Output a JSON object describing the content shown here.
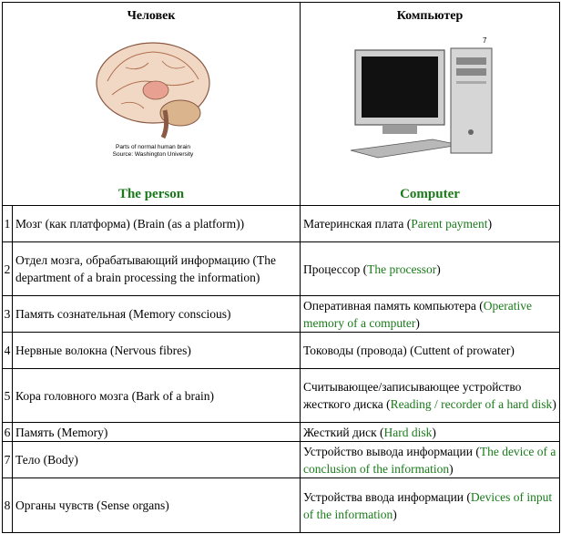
{
  "header": {
    "left_ru": "Человек",
    "left_en": "The person",
    "right_ru": "Компьютер",
    "right_en": "Computer",
    "brain_caption_1": "Parts of normal human brain",
    "brain_caption_2": "Source: Washington University",
    "pc_logo": "7"
  },
  "rows": [
    {
      "num": "1",
      "person_ru": "Мозг (как платформа) (",
      "person_en": "Brain (as a platform))",
      "computer_ru": "Материнская плата (",
      "computer_en": "Parent payment",
      "computer_tail": ")"
    },
    {
      "num": "2",
      "person_ru": "Отдел мозга, обрабатывающий информацию (",
      "person_en": "The department of a brain processing the information)",
      "computer_ru": "Процессор (",
      "computer_en": "The processor",
      "computer_tail": ")"
    },
    {
      "num": "3",
      "person_ru": "Память сознательная (",
      "person_en": "Memory conscious)",
      "computer_ru": "Оперативная память компьютера (",
      "computer_en": "Operative memory of a computer",
      "computer_tail": ")"
    },
    {
      "num": "4",
      "person_ru": "Нервные волокна (",
      "person_en": "Nervous fibres)",
      "computer_ru": " Тоководы (провода) (",
      "computer_en": "Cuttent of prowater)",
      "computer_tail": ""
    },
    {
      "num": "5",
      "person_ru": "Кора головного мозга (",
      "person_en": "Bark of a brain)",
      "computer_ru": "Считывающее/записывающее устройство жесткого диска (",
      "computer_en": "Reading / recorder of a hard disk",
      "computer_tail": ")"
    },
    {
      "num": "6",
      "person_ru": "Память (",
      "person_en": "Memory)",
      "computer_ru": "Жесткий диск (",
      "computer_en": "Hard disk",
      "computer_tail": ")"
    },
    {
      "num": "7",
      "person_ru": "Тело (",
      "person_en": "Body)",
      "computer_ru": "Устройство вывода информации (",
      "computer_en": "The device of a conclusion of the information",
      "computer_tail": ")"
    },
    {
      "num": "8",
      "person_ru": "Органы чувств (",
      "person_en": "Sense organs)",
      "computer_ru": "Устройства ввода информации (",
      "computer_en": "Devices of input of the information",
      "computer_tail": ")"
    }
  ]
}
